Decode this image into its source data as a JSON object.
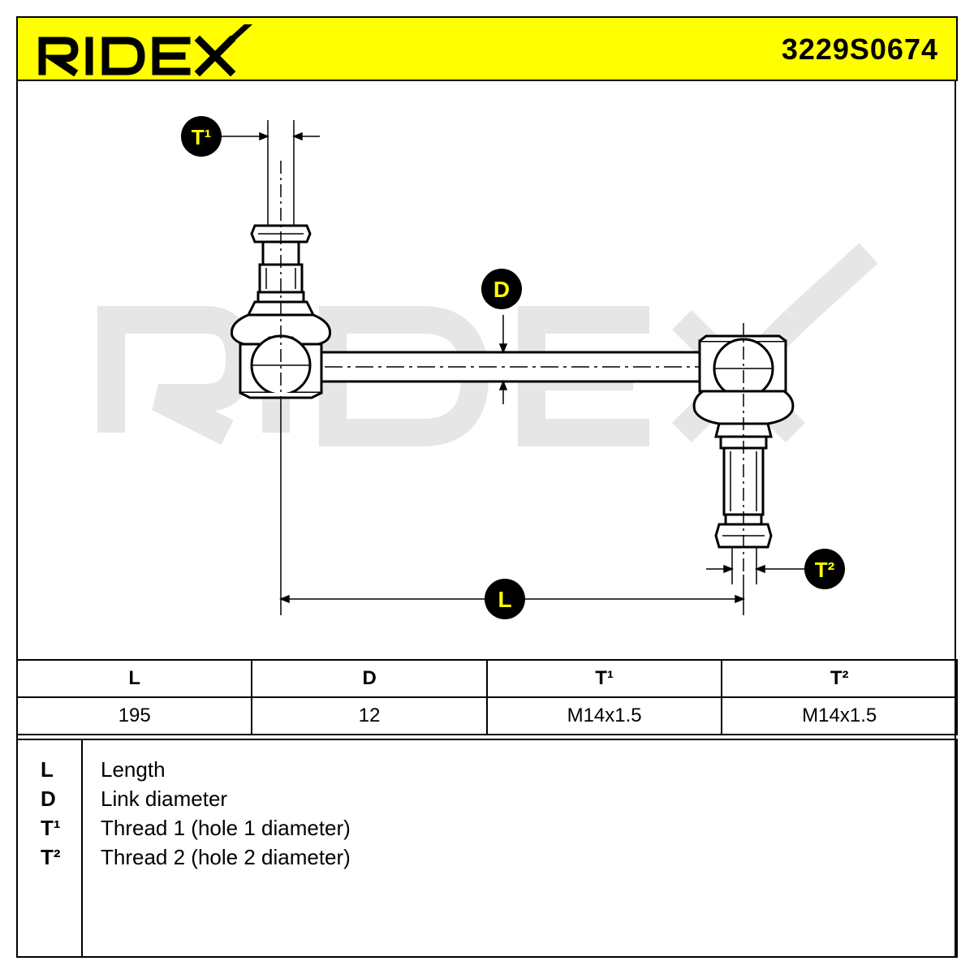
{
  "brand": {
    "logo_text": "RIDEX",
    "part_number": "3229S0674",
    "accent_color": "#ffff00",
    "watermark_color": "#e6e6e6"
  },
  "diagram": {
    "callouts": {
      "t1": "T¹",
      "t2": "T²",
      "d": "D",
      "l": "L"
    }
  },
  "spec_table": {
    "headers": [
      "L",
      "D",
      "T¹",
      "T²"
    ],
    "values": [
      "195",
      "12",
      "M14x1.5",
      "M14x1.5"
    ]
  },
  "legend": [
    {
      "key": "L",
      "label": "Length"
    },
    {
      "key": "D",
      "label": "Link diameter"
    },
    {
      "key": "T¹",
      "label": "Thread 1 (hole 1 diameter)"
    },
    {
      "key": "T²",
      "label": "Thread 2 (hole 2 diameter)"
    }
  ]
}
